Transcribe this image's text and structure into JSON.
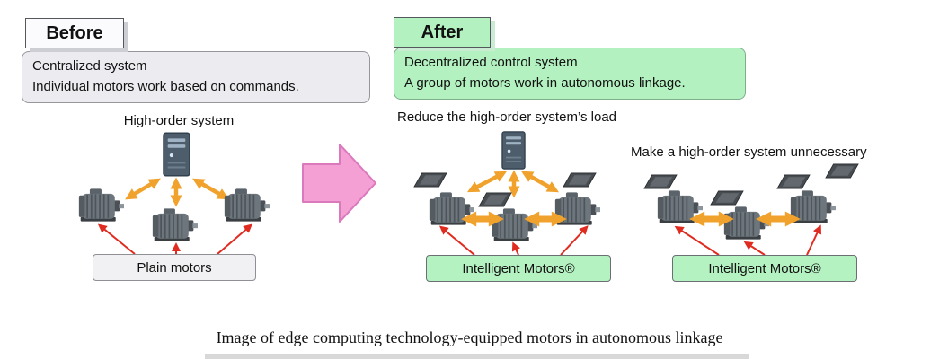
{
  "before": {
    "title": "Before",
    "description": [
      "Centralized system",
      "Individual motors work based on commands."
    ],
    "system_label": "High-order system",
    "motors_label": "Plain motors"
  },
  "after": {
    "title": "After",
    "description": [
      "Decentralized control system",
      "A group of motors work in autonomous linkage."
    ],
    "group1_caption": "Reduce the high-order system’s load",
    "group2_caption": "Make a high-order system unnecessary",
    "motors_label": "Intelligent Motors®"
  },
  "caption": "Image of edge computing technology-equipped motors in autonomous linkage",
  "colors": {
    "after_green": "#b4f1c0",
    "before_gray": "#ececf0",
    "arrow_yellow": "#f0a22c",
    "arrow_red": "#e02b20",
    "transition_pink": "#f5a0d5"
  }
}
